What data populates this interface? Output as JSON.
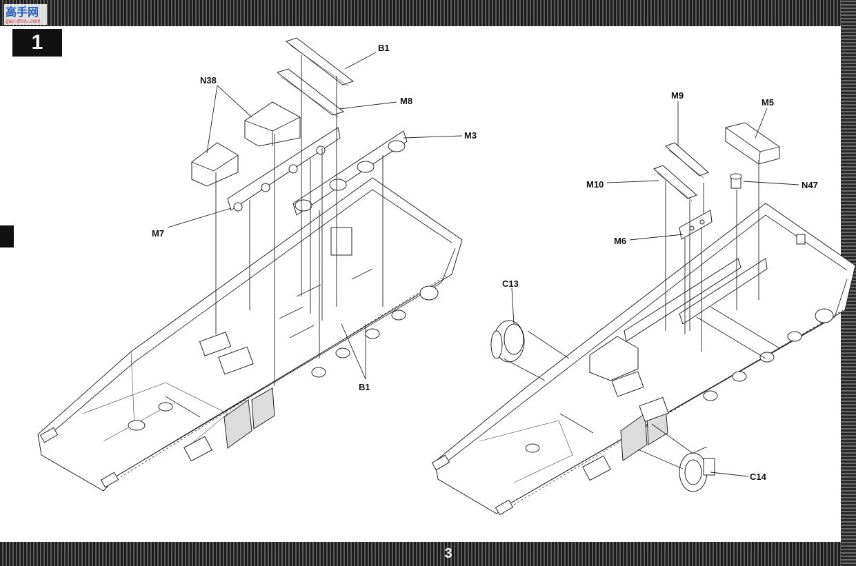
{
  "step_number": "1",
  "page_number": "3",
  "watermark": {
    "text": "高手网",
    "url": "gao-shou.com"
  },
  "callouts": {
    "b1_top": "B1",
    "m8": "M8",
    "m3": "M3",
    "n38": "N38",
    "m7": "M7",
    "b1_bottom": "B1",
    "m9": "M9",
    "m5": "M5",
    "m10": "M10",
    "n47": "N47",
    "m6": "M6",
    "c13": "C13",
    "c14": "C14"
  }
}
